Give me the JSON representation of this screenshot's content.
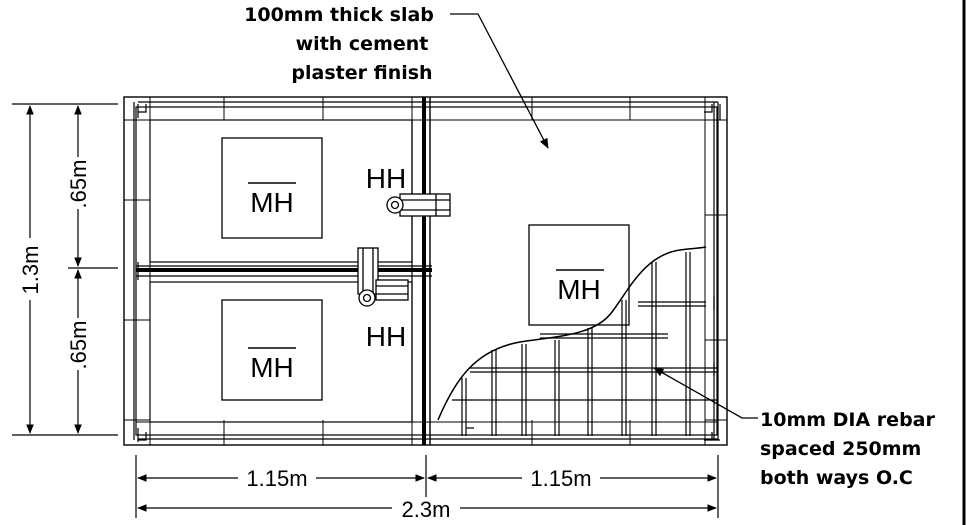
{
  "annotations": {
    "slab_note": [
      "100mm thick slab",
      "with cement",
      "plaster finish"
    ],
    "rebar_note": [
      "10mm DIA rebar",
      "spaced 250mm",
      "both ways O.C"
    ]
  },
  "labels": {
    "mh": "MH",
    "hh": "HH"
  },
  "dimensions": {
    "total_height": "1.3m",
    "half_height_top": ".65m",
    "half_height_bottom": ".65m",
    "half_width_left": "1.15m",
    "half_width_right": "1.15m",
    "total_width": "2.3m"
  }
}
